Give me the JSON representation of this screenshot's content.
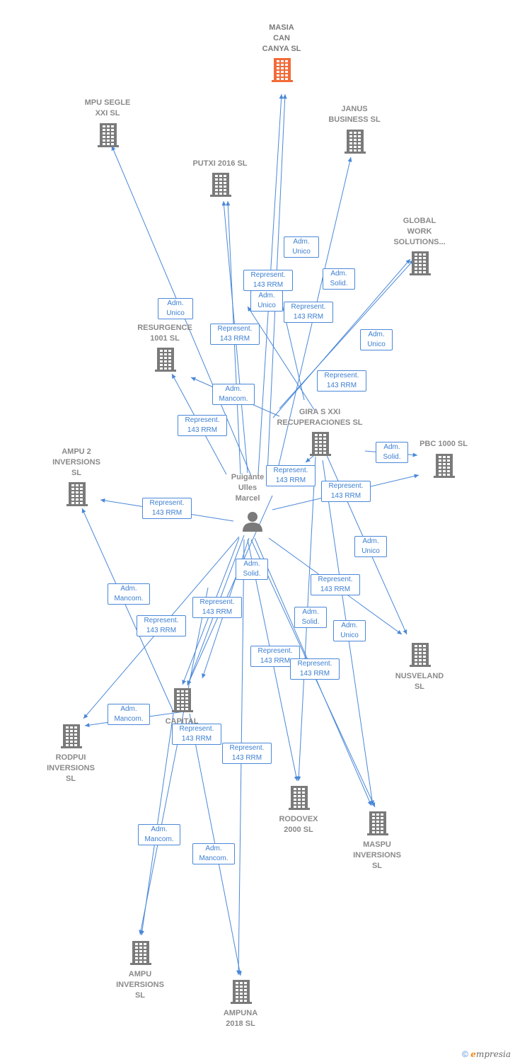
{
  "colors": {
    "edge": "#4a88d8",
    "building": "#7a7a7a",
    "building_main": "#f26b38",
    "person": "#7a7a7a"
  },
  "main_company": "MASIA\nCAN\nCANYA  SL",
  "person_name": "Puigante\nUlles\nMarcel",
  "companies": {
    "mpu_segle": "MPU SEGLE\nXXI SL",
    "janus": "JANUS\nBUSINESS SL",
    "putxi": "PUTXI 2016  SL",
    "global_work": "GLOBAL\nWORK\nSOLUTIONS...",
    "resurgence": "RESURGENCE\n1001  SL",
    "giras": "GIRA S XXI\nRECUPERACIONES SL",
    "pbc": "PBC 1000  SL",
    "ampu2": "AMPU 2\nINVERSIONS\nSL",
    "nusveland": "NUSVELAND\nSL",
    "capital": "CAPITAL\nST...",
    "rodpui": "RODPUI\nINVERSIONS\nSL",
    "rodovex": "RODOVEX\n2000 SL",
    "maspu": "MASPU\nINVERSIONS\nSL",
    "ampu": "AMPU\nINVERSIONS\nSL",
    "ampuna": "AMPUNA\n2018  SL"
  },
  "relations": [
    "Adm.\nUnico",
    "Represent.\n143 RRM",
    "Adm.\nUnico",
    "Represent.\n143 RRM",
    "Adm.\nSolid.",
    "Adm.\nUnico",
    "Represent.\n143 RRM",
    "Adm.\nUnico",
    "Represent.\n143 RRM",
    "Adm.\nMancom.",
    "Represent.\n143 RRM",
    "Adm.\nSolid.",
    "Represent.\n143 RRM",
    "Represent.\n143 RRM",
    "Represent.\n143 RRM",
    "Adm.\nUnico",
    "Adm.\nSolid.",
    "Represent.\n143 RRM",
    "Adm.\nMancom.",
    "Represent.\n143 RRM",
    "Represent.\n143 RRM",
    "Adm.\nSolid.",
    "Adm.\nUnico",
    "Represent.\n143 RRM",
    "Represent.\n143 RRM",
    "Adm.\nMancom.",
    "Represent.\n143 RRM",
    "Represent.\n143 RRM",
    "Adm.\nMancom.",
    "Adm.\nMancom."
  ],
  "footer": {
    "copyright": "©",
    "brand_first": "e",
    "brand_rest": "mpresia"
  }
}
